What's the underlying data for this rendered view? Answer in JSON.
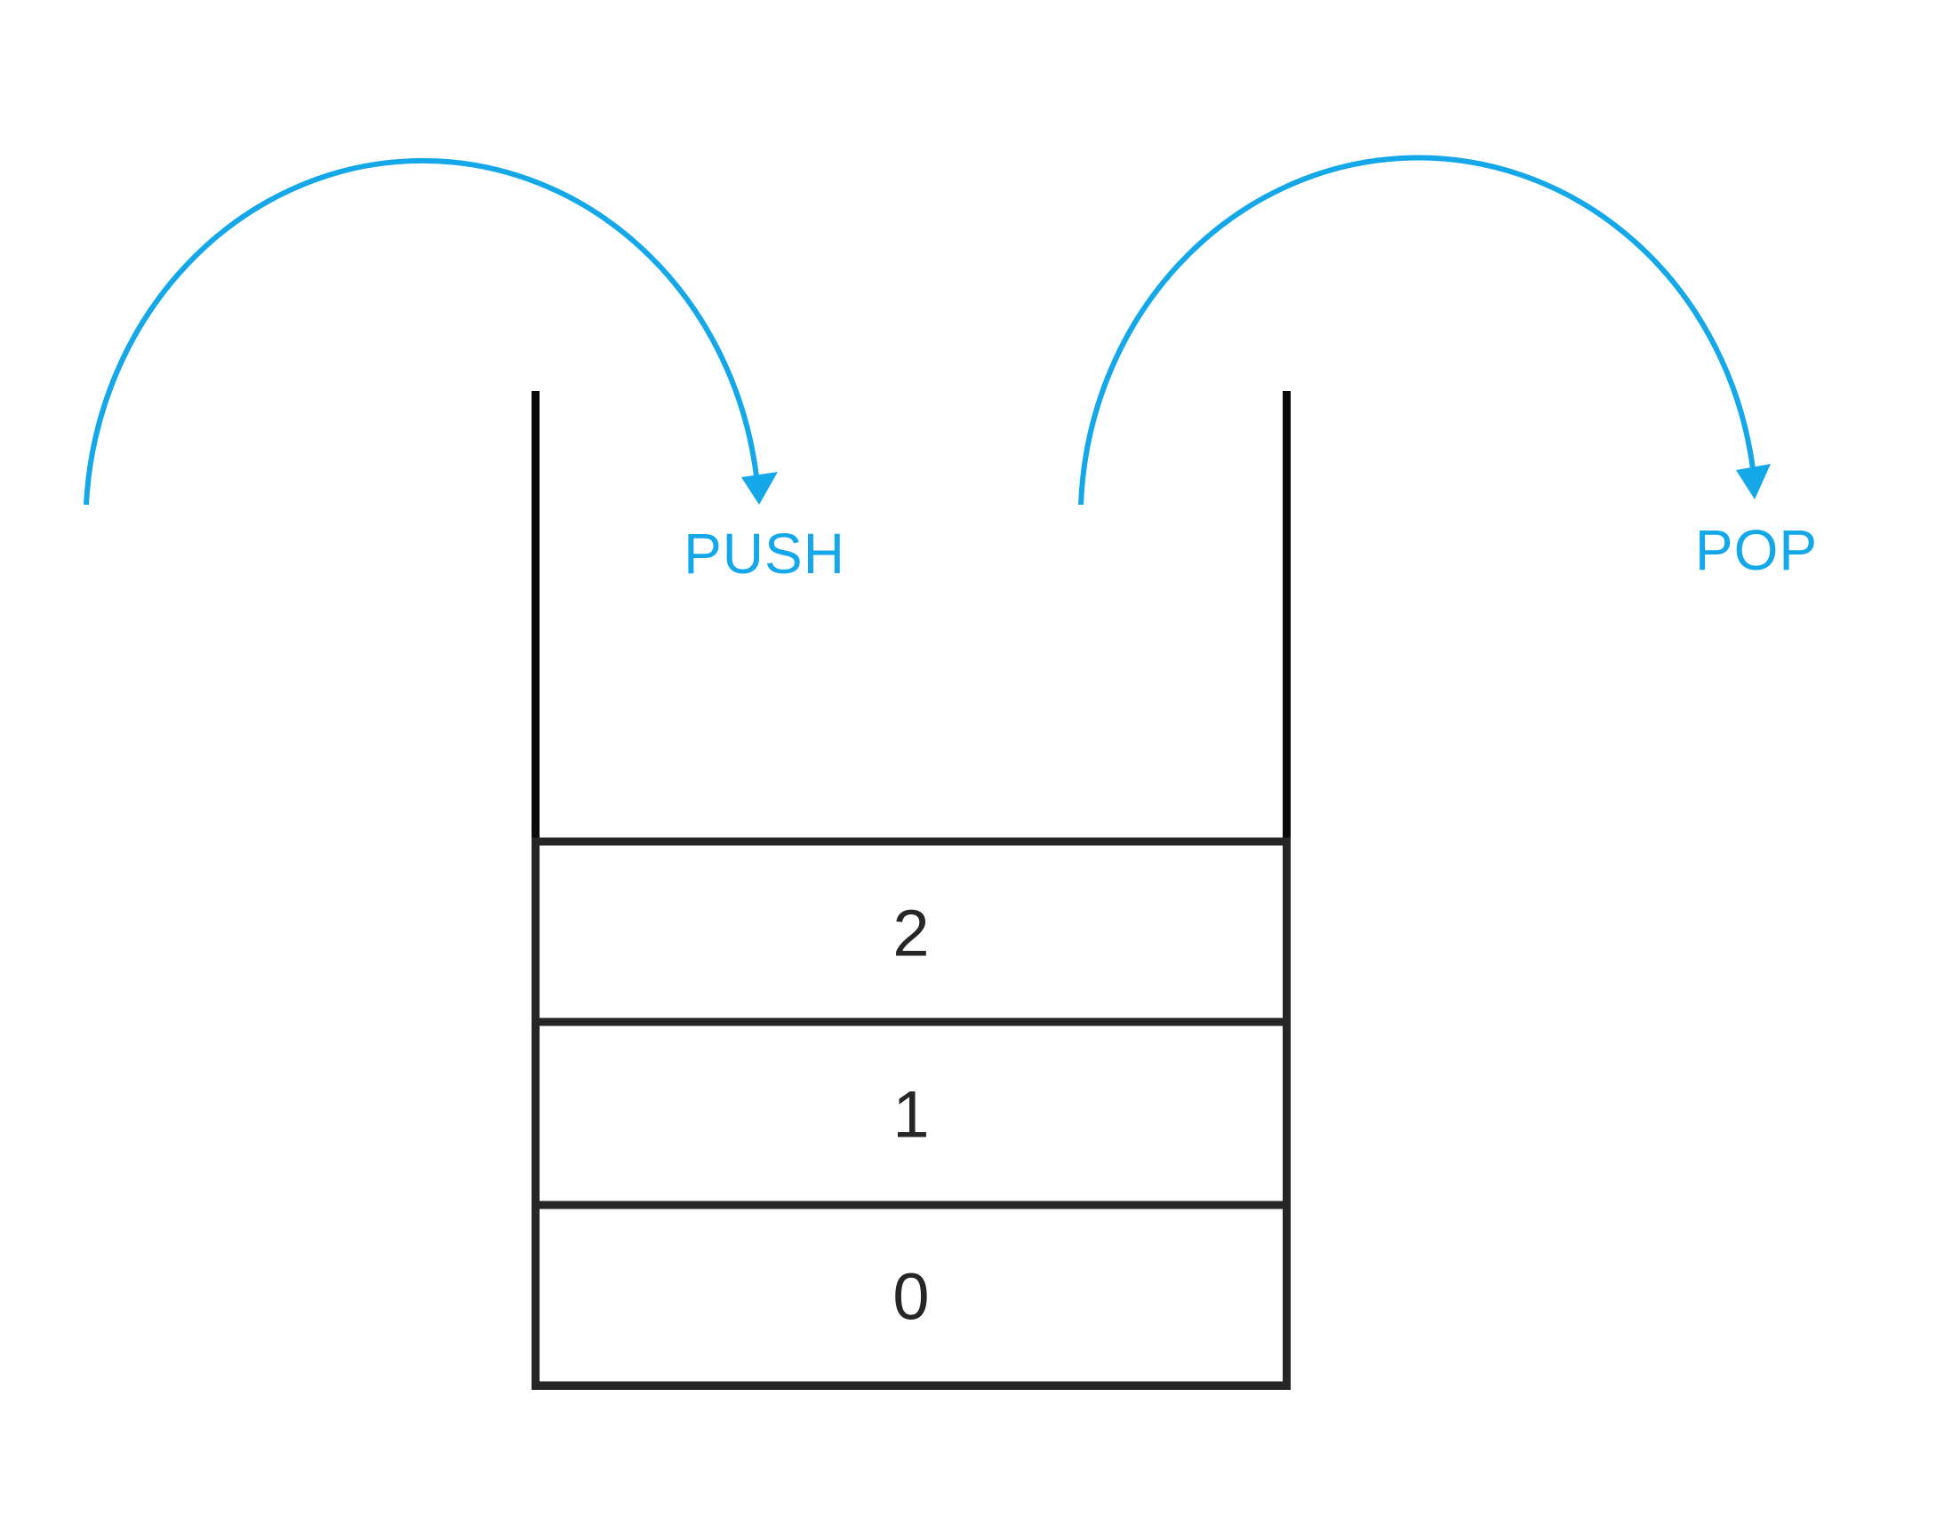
{
  "diagram": {
    "kind": "stack-data-structure",
    "push": {
      "label": "PUSH"
    },
    "pop": {
      "label": "POP"
    },
    "stack": {
      "cells": [
        {
          "label": "2"
        },
        {
          "label": "1"
        },
        {
          "label": "0"
        }
      ]
    },
    "colors": {
      "arrow": "#14a8e9",
      "outline": "#0a0a0a",
      "cellBorder": "#262626",
      "digit": "#262626",
      "background": "#ffffff"
    }
  }
}
